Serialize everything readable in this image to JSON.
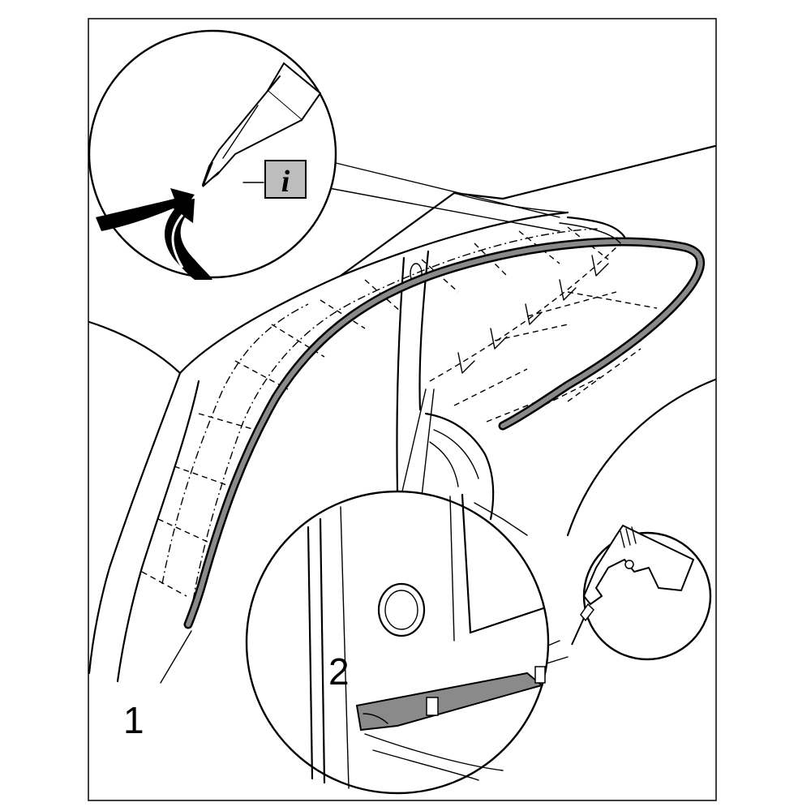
{
  "callouts": [
    {
      "id": "1",
      "label": "1"
    },
    {
      "id": "2",
      "label": "2"
    }
  ],
  "info_symbol": "i",
  "colors": {
    "line": "#000000",
    "background": "#ffffff",
    "seal_fill": "#8a8a8a",
    "info_box_fill": "#bdbdbd"
  },
  "icons": [
    "screwdriver-icon",
    "rotate-arrow-icon",
    "info-icon",
    "drill-icon"
  ]
}
